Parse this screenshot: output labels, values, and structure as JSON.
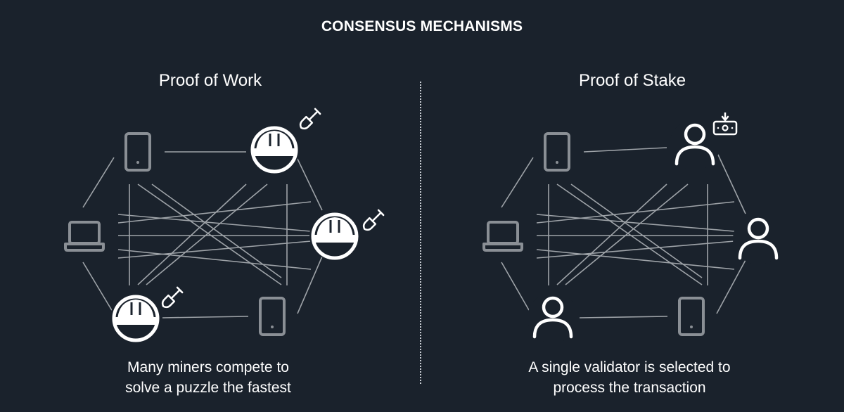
{
  "title": "CONSENSUS MECHANISMS",
  "panels": [
    {
      "title": "Proof of Work",
      "caption_line1": "Many miners compete to",
      "caption_line2": "solve a puzzle the fastest",
      "nodes": [
        {
          "kind": "device",
          "icon": "phone-icon"
        },
        {
          "kind": "actor",
          "icon": "hard-hat-icon",
          "badge": "shovel-icon"
        },
        {
          "kind": "actor",
          "icon": "hard-hat-icon",
          "badge": "shovel-icon"
        },
        {
          "kind": "device",
          "icon": "phone-icon"
        },
        {
          "kind": "actor",
          "icon": "hard-hat-icon",
          "badge": "shovel-icon"
        },
        {
          "kind": "device",
          "icon": "laptop-icon"
        }
      ]
    },
    {
      "title": "Proof of Stake",
      "caption_line1": "A single validator is selected to",
      "caption_line2": "process the transaction",
      "nodes": [
        {
          "kind": "device",
          "icon": "phone-icon"
        },
        {
          "kind": "actor",
          "icon": "person-icon",
          "badge": "stake-deposit-icon"
        },
        {
          "kind": "actor",
          "icon": "person-icon"
        },
        {
          "kind": "device",
          "icon": "phone-icon"
        },
        {
          "kind": "actor",
          "icon": "person-icon"
        },
        {
          "kind": "device",
          "icon": "laptop-icon"
        }
      ]
    }
  ],
  "colors": {
    "background": "#1a222c",
    "foreground": "#ffffff",
    "device": "#8a8f95",
    "line": "#9ea3a8"
  }
}
